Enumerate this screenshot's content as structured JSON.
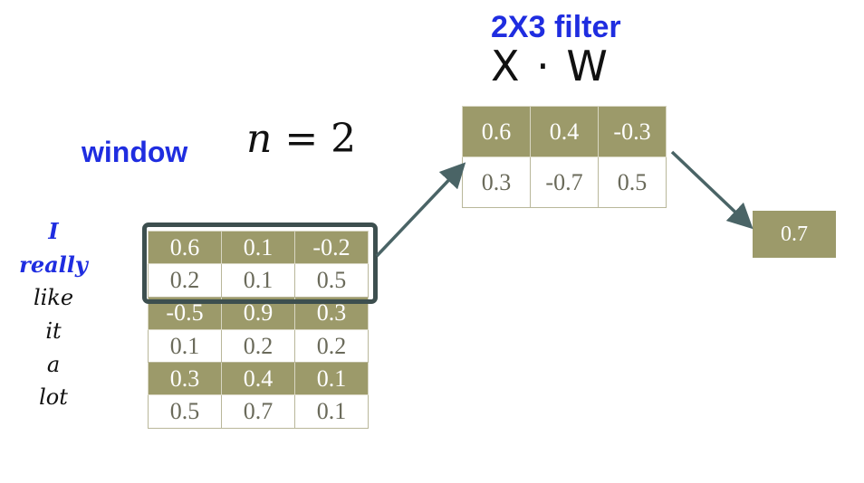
{
  "filter_title": "2X3 filter",
  "formula_xw": "X · W",
  "window_label": "window",
  "window_formula": {
    "var": "n",
    "eq": " = 2"
  },
  "words": [
    "I",
    "really",
    "like",
    "it",
    "a",
    "lot"
  ],
  "highlighted_words": [
    0,
    1
  ],
  "embeddings": [
    [
      "0.6",
      "0.1",
      "-0.2"
    ],
    [
      "0.2",
      "0.1",
      "0.5"
    ],
    [
      "-0.5",
      "0.9",
      "0.3"
    ],
    [
      "0.1",
      "0.2",
      "0.2"
    ],
    [
      "0.3",
      "0.4",
      "0.1"
    ],
    [
      "0.5",
      "0.7",
      "0.1"
    ]
  ],
  "filter": [
    [
      "0.6",
      "0.4",
      "-0.3"
    ],
    [
      "0.3",
      "-0.7",
      "0.5"
    ]
  ],
  "result": "0.7",
  "colors": {
    "accent_blue": "#1f2de0",
    "cell_shade": "#9c9a6a",
    "arrow": "#4a6466"
  }
}
